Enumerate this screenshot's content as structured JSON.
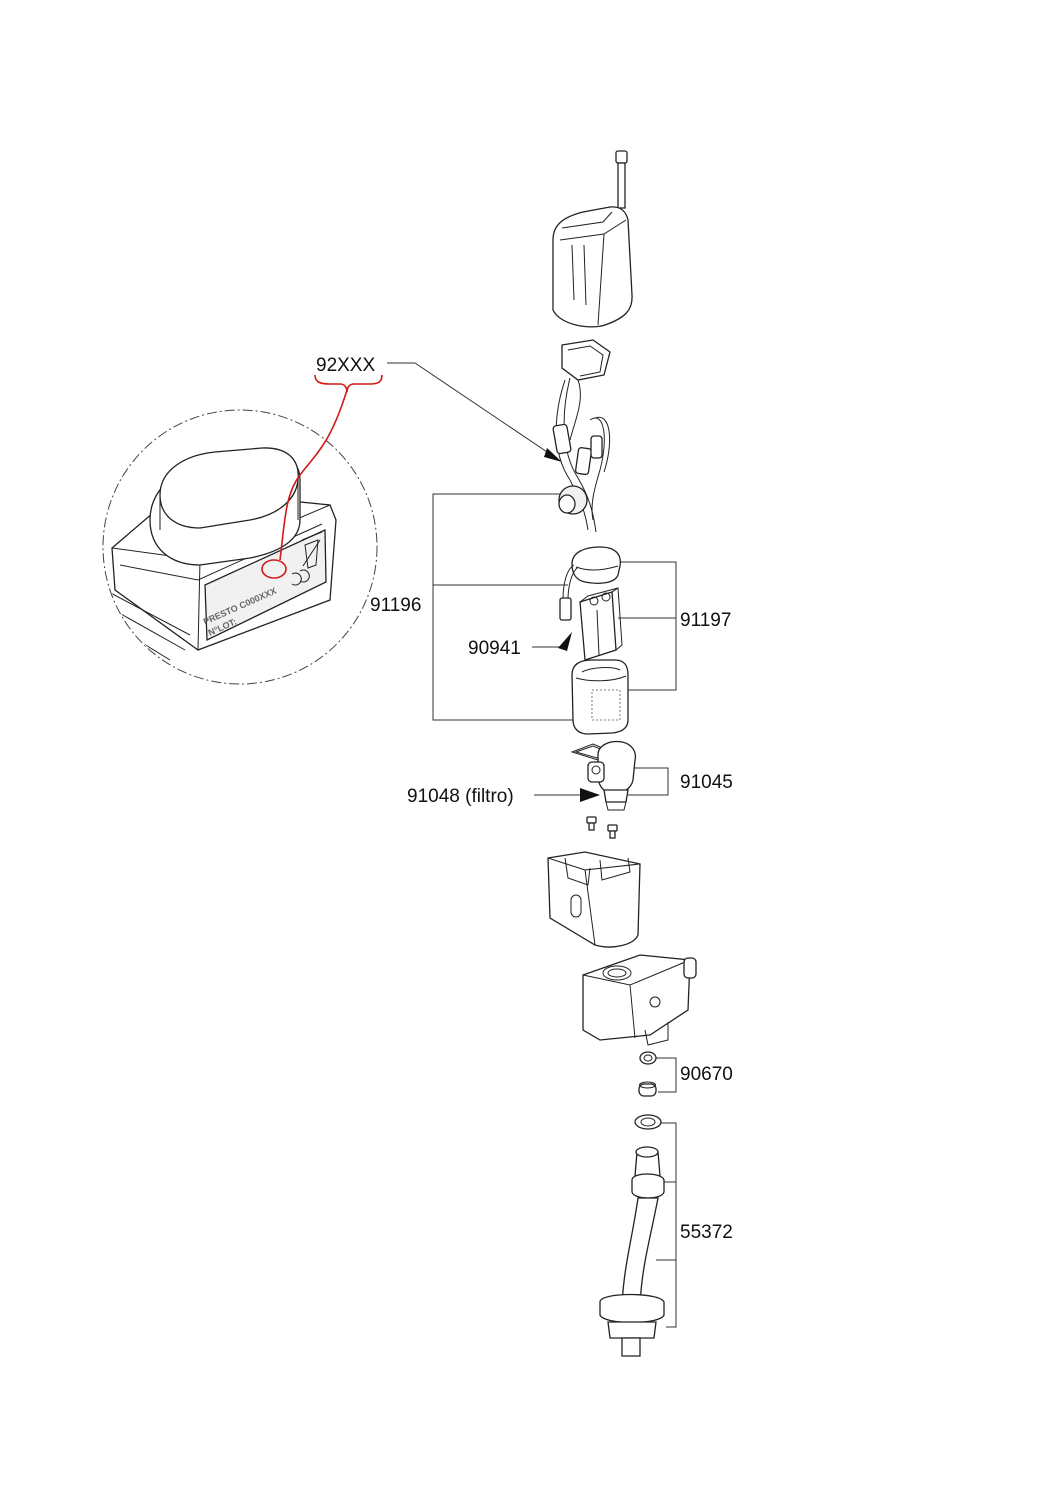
{
  "diagram": {
    "type": "exploded-parts-view",
    "labels": {
      "p92xxx": "92XXX",
      "p91196": "91196",
      "p91197": "91197",
      "p90941": "90941",
      "p91045": "91045",
      "p91048": "91048 (filtro)",
      "p90670": "90670",
      "p55372": "55372"
    },
    "detail": {
      "stamp_line1": "PRESTO C000XXX",
      "stamp_line2": "N°LOT:"
    },
    "colors": {
      "highlight": "#d11a1a",
      "line": "#222222",
      "background": "#ffffff"
    }
  }
}
